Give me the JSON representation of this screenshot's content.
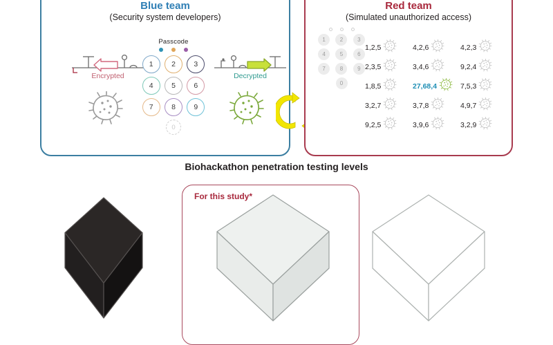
{
  "figure": {
    "blue_panel": {
      "title": "Blue team",
      "subtitle": "(Security system developers)",
      "border_color": "#3b7ea1",
      "title_color": "#2f7fb5",
      "passcode": {
        "label": "Passcode",
        "dot_colors": [
          "#2f92b5",
          "#e0a65a",
          "#9b5ea8"
        ],
        "keys": [
          {
            "digit": "1",
            "ring": "#7fa8c9"
          },
          {
            "digit": "2",
            "ring": "#e0b070"
          },
          {
            "digit": "3",
            "ring": "#4a4a6a"
          },
          {
            "digit": "4",
            "ring": "#7fc9b8"
          },
          {
            "digit": "5",
            "ring": "#b8b8b8"
          },
          {
            "digit": "6",
            "ring": "#d49aa6"
          },
          {
            "digit": "7",
            "ring": "#e5b98a"
          },
          {
            "digit": "8",
            "ring": "#a88ec4"
          },
          {
            "digit": "9",
            "ring": "#6fc2d8"
          }
        ],
        "zero_key": "0"
      },
      "gene_left": {
        "label": "Encrypted",
        "label_color": "#c06070",
        "arrow_fill": "#ffffff",
        "arrow_stroke": "#d2687e",
        "direction": "left"
      },
      "gene_right": {
        "label": "Decrypted",
        "label_color": "#2f9a8f",
        "arrow_fill": "#c8e03a",
        "arrow_stroke": "#8aa82a",
        "direction": "right"
      },
      "microbe_left_color": "#9a9a9a",
      "microbe_right_color": "#7aa83a"
    },
    "red_panel": {
      "title": "Red team",
      "subtitle": "(Simulated unauthorized access)",
      "border_color": "#a83a4e",
      "title_color": "#a8283c",
      "keypad_digits": [
        "1",
        "2",
        "3",
        "4",
        "5",
        "6",
        "7",
        "8",
        "9"
      ],
      "keypad_zero": "0",
      "attempts": [
        [
          {
            "code": "1,2,5",
            "hit": false
          },
          {
            "code": "4,2,6",
            "hit": false
          },
          {
            "code": "4,2,3",
            "hit": false
          }
        ],
        [
          {
            "code": "2,3,5",
            "hit": false
          },
          {
            "code": "3,4,6",
            "hit": false
          },
          {
            "code": "9,2,4",
            "hit": false
          }
        ],
        [
          {
            "code": "1,8,5",
            "hit": false
          },
          {
            "code": "27,68,4",
            "hit": true
          },
          {
            "code": "7,5,3",
            "hit": false
          }
        ],
        [
          {
            "code": "3,2,7",
            "hit": false
          },
          {
            "code": "3,7,8",
            "hit": false
          },
          {
            "code": "4,9,7",
            "hit": false
          }
        ],
        [
          {
            "code": "9,2,5",
            "hit": false
          },
          {
            "code": "3,9,6",
            "hit": false
          },
          {
            "code": "3,2,9",
            "hit": false
          }
        ]
      ],
      "hit_color": "#1f8fb5",
      "hit_microbe_color": "#8fbb45"
    },
    "cycle_arrow_color": "#f2e600",
    "bottom": {
      "section_title": "Biohackathon penetration testing levels",
      "study_label": "For this study*",
      "study_label_color": "#a8283c",
      "study_box_border": "#a8485c",
      "cubes": [
        {
          "name": "black-box",
          "face_front": "#221f1f",
          "face_top": "#2b2726",
          "face_side": "#141212",
          "stroke": "#555150"
        },
        {
          "name": "grey-box",
          "face_front": "#e9ecea",
          "face_top": "#eef1ef",
          "face_side": "#dfe3e1",
          "stroke": "#9aa09e"
        },
        {
          "name": "white-box",
          "face_front": "#ffffff",
          "face_top": "#ffffff",
          "face_side": "#ffffff",
          "stroke": "#adb2b0"
        }
      ]
    }
  }
}
